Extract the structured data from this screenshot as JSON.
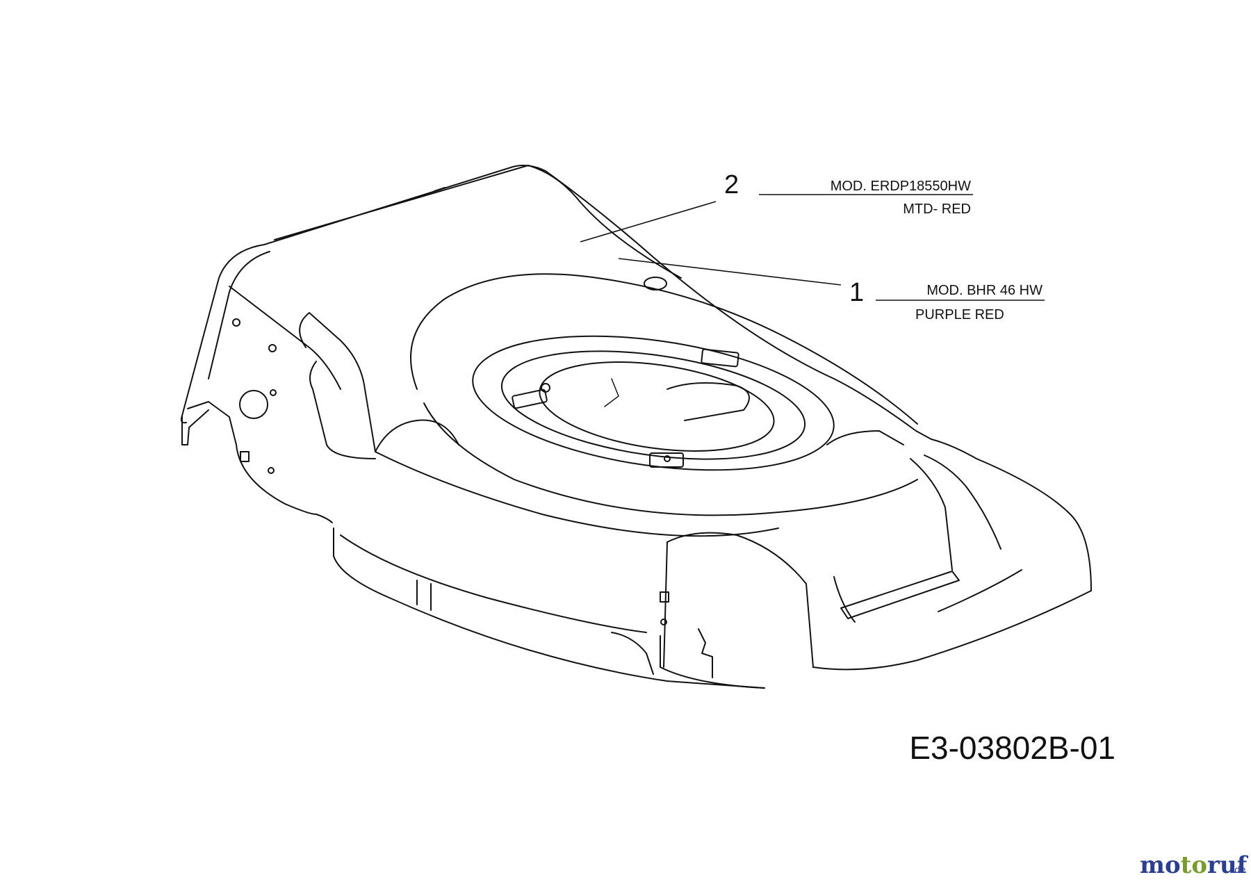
{
  "callouts": [
    {
      "number": "2",
      "model": "MOD.  ERDP18550HW",
      "color": "MTD- RED"
    },
    {
      "number": "1",
      "model": "MOD.  BHR 46 HW",
      "color": "PURPLE RED"
    }
  ],
  "drawing_code": "E3-03802B-01",
  "watermark": {
    "brand": "motoruf",
    "tld": ".de",
    "colors": {
      "mo": "#2c3e8f",
      "to": "#7a9a2e",
      "ruf": "#2c3e8f",
      "dot": "#e07a1f"
    }
  }
}
